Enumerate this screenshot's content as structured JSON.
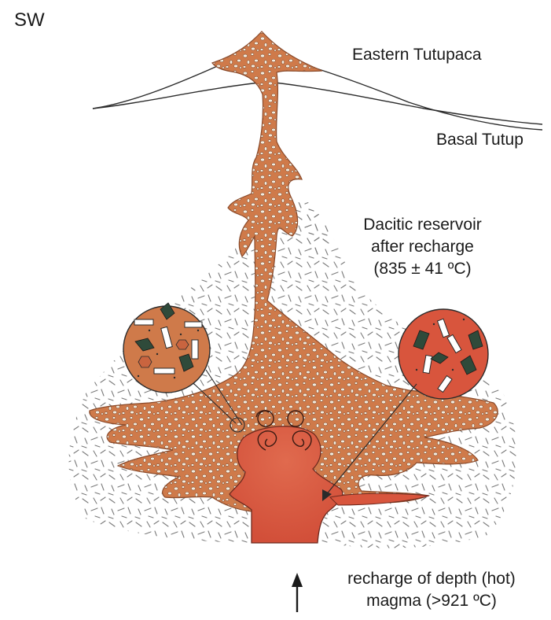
{
  "labels": {
    "sw": "SW",
    "eastern": "Eastern Tutupaca",
    "basal": "Basal Tutup",
    "reservoir_line1": "Dacitic reservoir",
    "reservoir_line2": "after recharge",
    "reservoir_line3": "(835 ± 41 ºC)",
    "recharge_line1": "recharge of depth (hot)",
    "recharge_line2": "magma (>921 ºC)"
  },
  "colors": {
    "dacite_magma": "#cf7a4a",
    "hot_magma": "#d8553d",
    "crystal_fill": "#f3ecde",
    "amphibole": "#2f4a3a",
    "dash": "#7a7a7a",
    "outline": "#2b2b2b"
  },
  "icons": {
    "arrow_up": "arrow-up-icon"
  }
}
